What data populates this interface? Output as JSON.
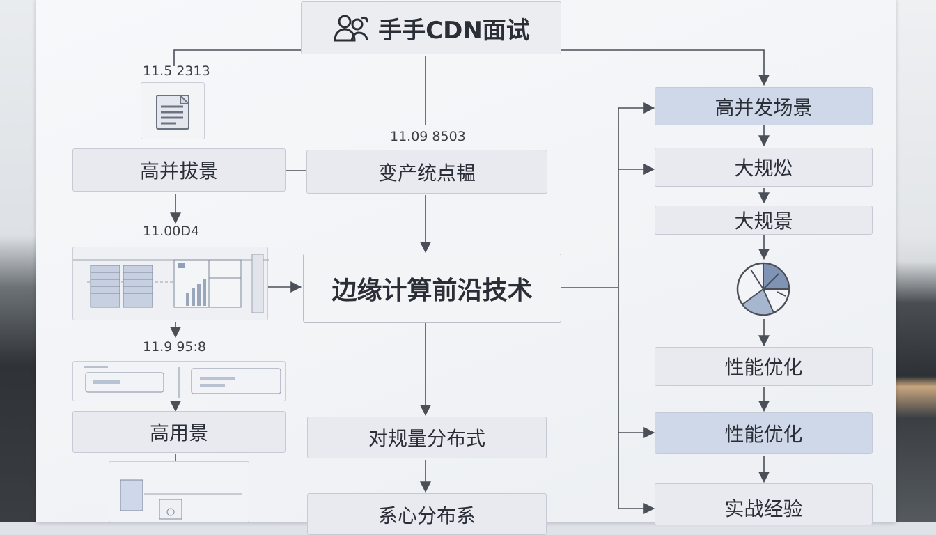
{
  "title": "手手CDN面试",
  "center": "边缘计算前沿技术",
  "left": {
    "number1": "11.5 2313",
    "box1": "高并拔景",
    "number2": "11.00D4",
    "number3": "11.9 95:8",
    "box2": "高用景"
  },
  "middle": {
    "number1": "11.09 8503",
    "box1": "变产统点韫",
    "box2": "对规量分布式",
    "box3": "系心分布系"
  },
  "right": {
    "box1": "高并发场景",
    "box2": "大规炂",
    "box3": "大规景",
    "box4": "性能优化",
    "box5": "性能优化",
    "box6": "实战经验"
  },
  "colors": {
    "box": "#e8eaf0",
    "highlight": "#cfd8e8",
    "line": "#4a4f58"
  }
}
